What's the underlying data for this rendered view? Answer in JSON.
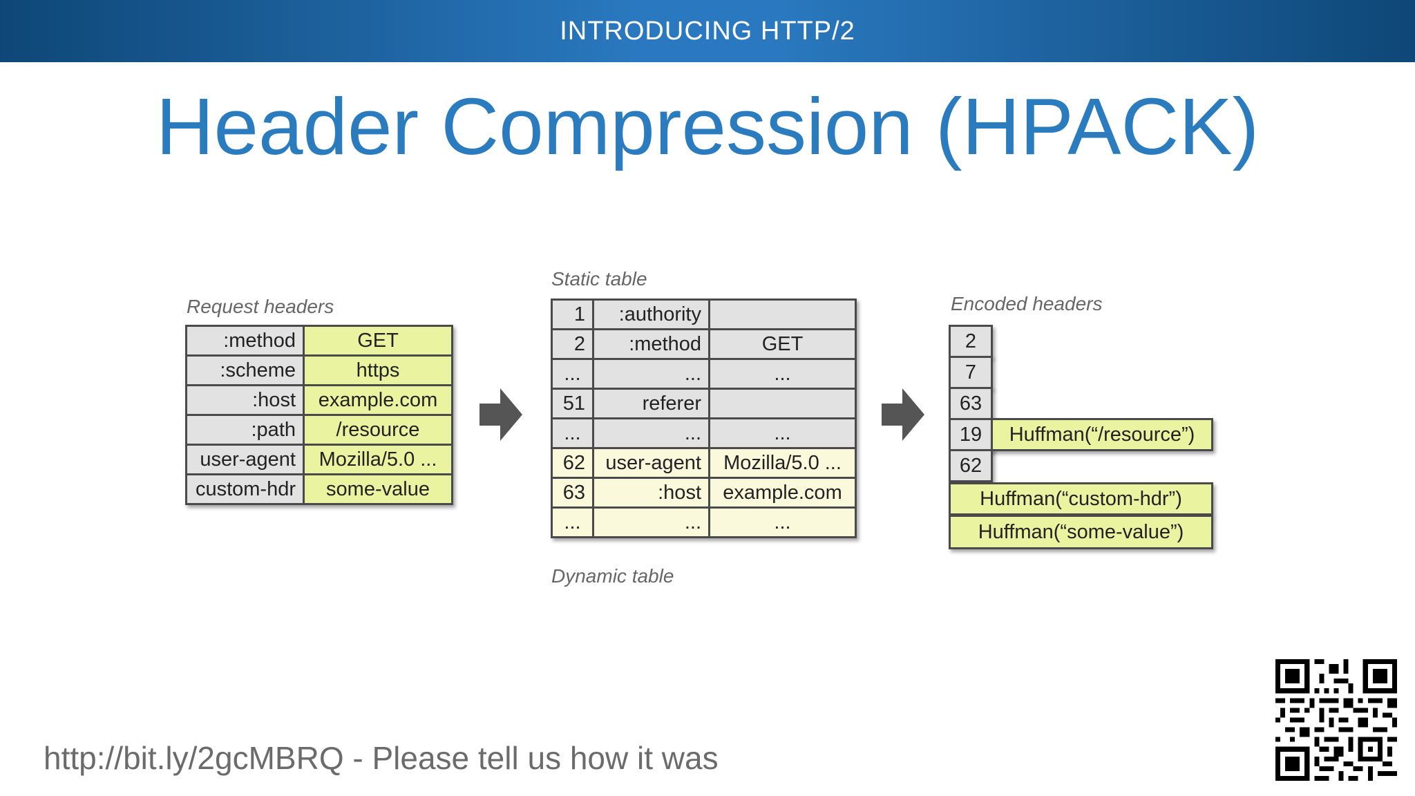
{
  "header": {
    "section": "INTRODUCING HTTP/2"
  },
  "slide": {
    "title": "Header Compression (HPACK)"
  },
  "captions": {
    "request": "Request headers",
    "static": "Static table",
    "dynamic": "Dynamic table",
    "encoded": "Encoded headers"
  },
  "request_headers": [
    {
      "name": ":method",
      "value": "GET"
    },
    {
      "name": ":scheme",
      "value": "https"
    },
    {
      "name": ":host",
      "value": "example.com"
    },
    {
      "name": ":path",
      "value": "/resource"
    },
    {
      "name": "user-agent",
      "value": "Mozilla/5.0 ..."
    },
    {
      "name": "custom-hdr",
      "value": "some-value"
    }
  ],
  "static_table": [
    {
      "index": "1",
      "name": ":authority",
      "value": ""
    },
    {
      "index": "2",
      "name": ":method",
      "value": "GET"
    },
    {
      "index": "...",
      "name": "...",
      "value": "..."
    },
    {
      "index": "51",
      "name": "referer",
      "value": ""
    },
    {
      "index": "...",
      "name": "...",
      "value": "..."
    }
  ],
  "dynamic_table": [
    {
      "index": "62",
      "name": "user-agent",
      "value": "Mozilla/5.0 ..."
    },
    {
      "index": "63",
      "name": ":host",
      "value": "example.com"
    },
    {
      "index": "...",
      "name": "...",
      "value": "..."
    }
  ],
  "encoded": {
    "indices": [
      "2",
      "7",
      "63",
      "19",
      "62"
    ],
    "huffman_path": "Huffman(“/resource”)",
    "huffman_name": "Huffman(“custom-hdr”)",
    "huffman_value": "Huffman(“some-value”)"
  },
  "footer": {
    "link_text": "http://bit.ly/2gcMBRQ - Please tell us how it was"
  },
  "colors": {
    "accent": "#2b7bbf",
    "gray_cell": "#e2e2e2",
    "green_cell": "#eaf4a0",
    "cream_cell": "#fbf9dc"
  }
}
